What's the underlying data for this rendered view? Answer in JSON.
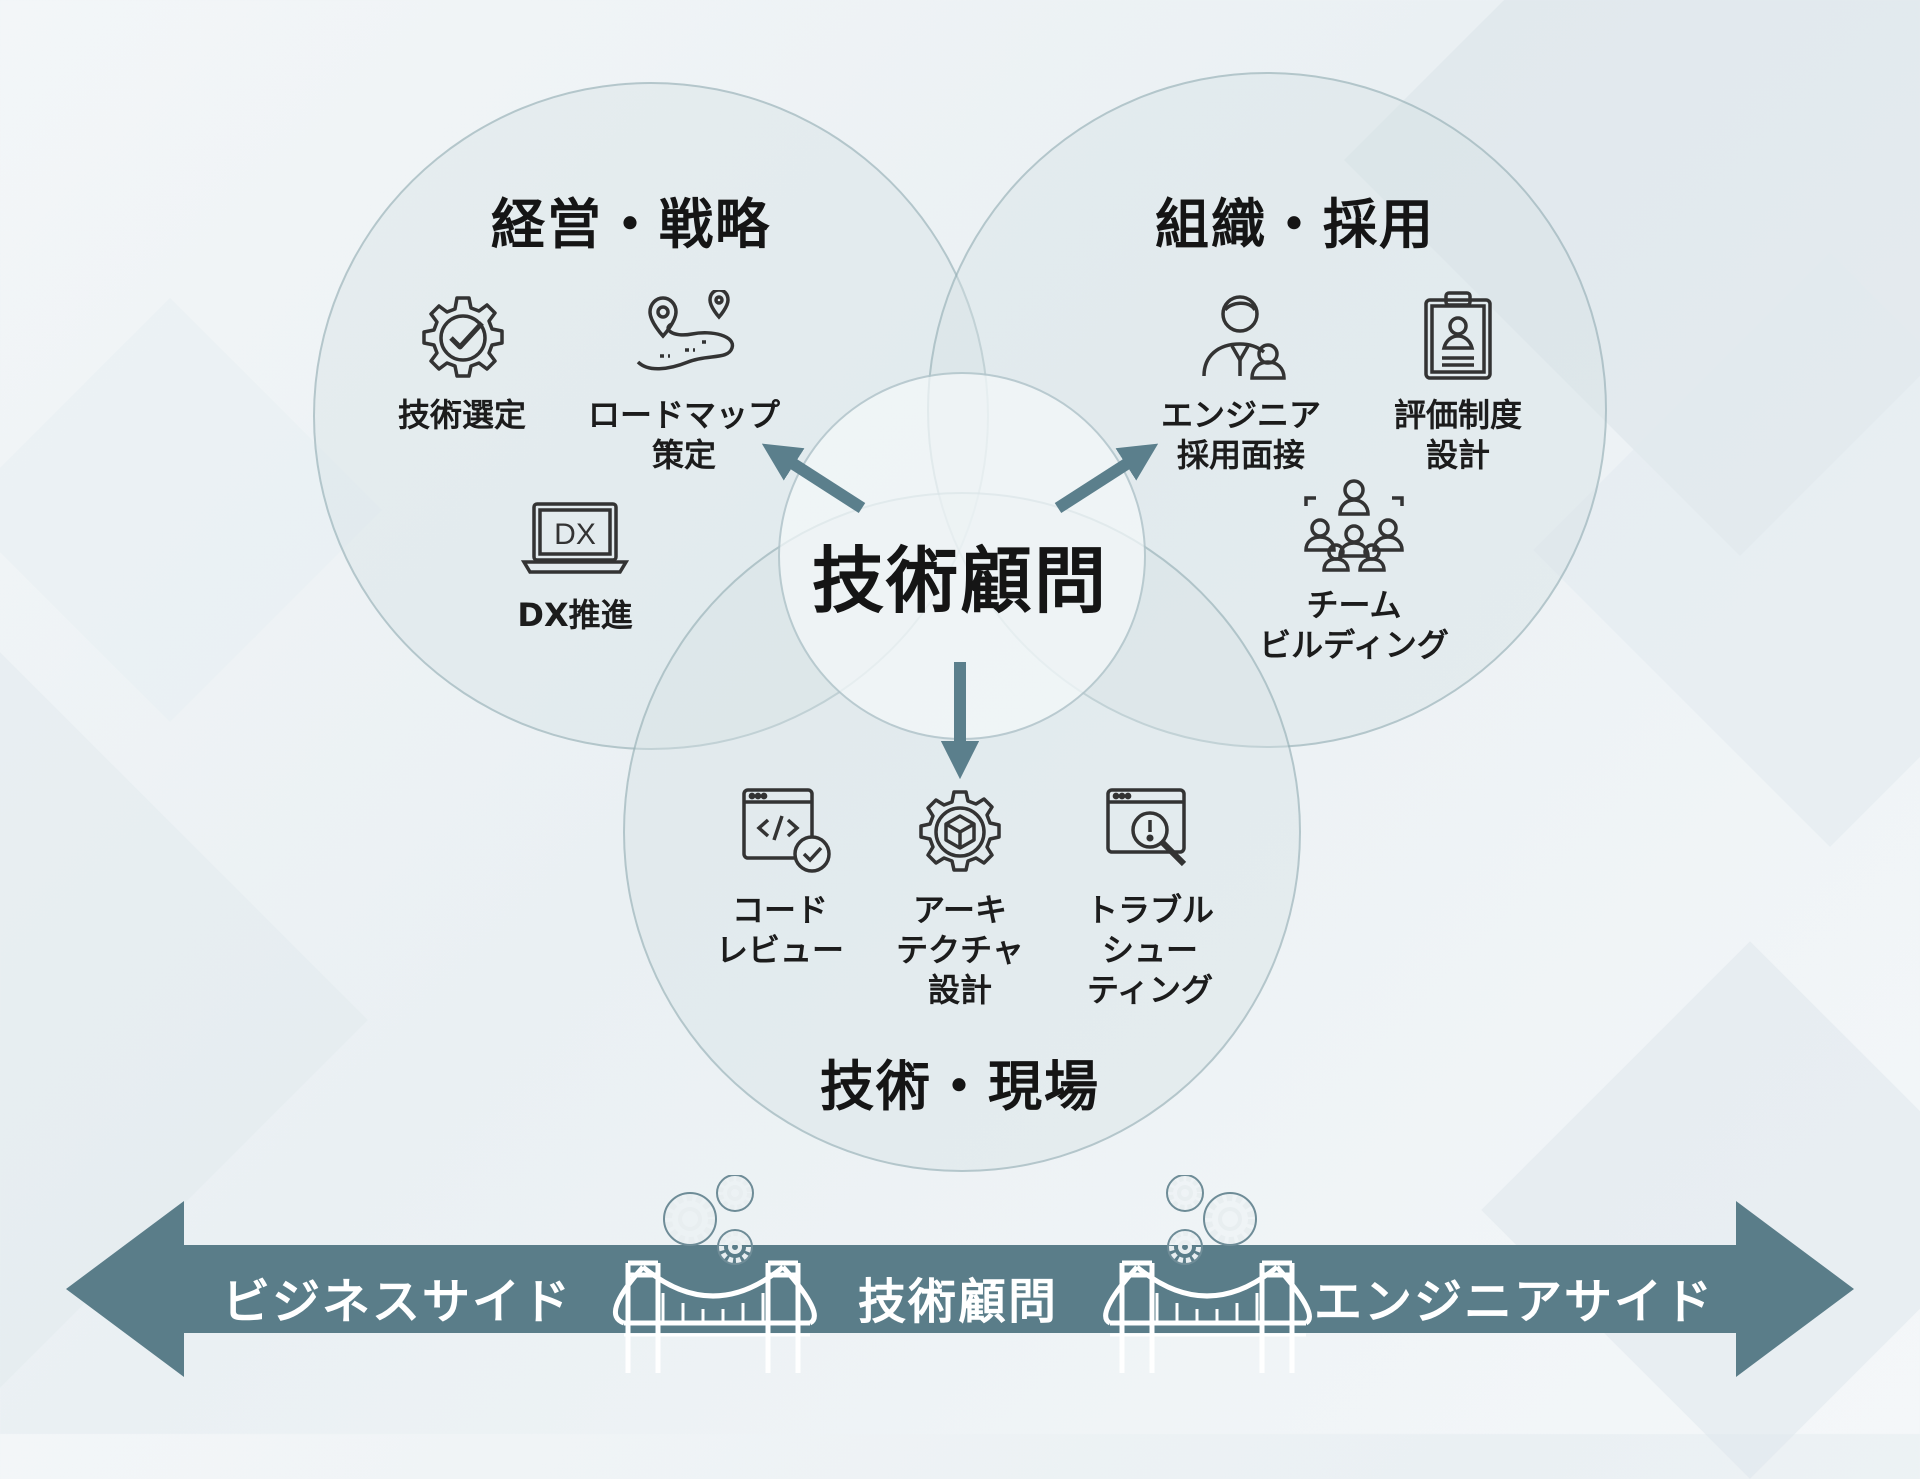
{
  "center": {
    "title": "技術顧問"
  },
  "circles": {
    "strategy": {
      "title": "経営・戦略",
      "items": [
        {
          "icon": "gear-check-icon",
          "label": "技術選定"
        },
        {
          "icon": "roadmap-icon",
          "label": "ロードマップ\n策定"
        },
        {
          "icon": "laptop-dx-icon",
          "label": "DX推進",
          "icon_text": "DX"
        }
      ]
    },
    "organization": {
      "title": "組織・採用",
      "items": [
        {
          "icon": "interview-person-icon",
          "label": "エンジニア\n採用面接"
        },
        {
          "icon": "clipboard-profile-icon",
          "label": "評価制度\n設計"
        },
        {
          "icon": "team-icon",
          "label": "チーム\nビルディング"
        }
      ]
    },
    "technology": {
      "title": "技術・現場",
      "items": [
        {
          "icon": "code-review-icon",
          "label": "コード\nレビュー"
        },
        {
          "icon": "gear-cube-icon",
          "label": "アーキ\nテクチャ\n設計"
        },
        {
          "icon": "troubleshoot-icon",
          "label": "トラブル\nシュー\nティング"
        }
      ]
    }
  },
  "bridge_bar": {
    "left_label": "ビジネスサイド",
    "center_label": "技術顧問",
    "right_label": "エンジニアサイド",
    "left_icon": "bridge-gears-icon",
    "right_icon": "bridge-gears-icon"
  },
  "colors": {
    "arrow": "#5b7f8c",
    "bar": "#5a7d89",
    "text": "#151515",
    "icon_stroke": "#333333"
  }
}
